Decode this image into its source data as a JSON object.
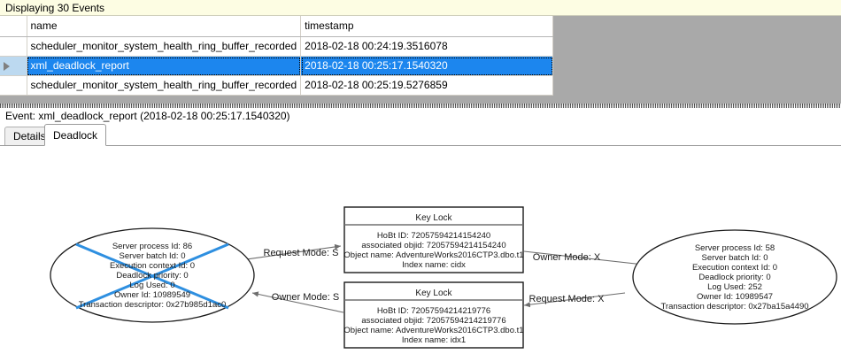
{
  "banner": {
    "text": "Displaying 30 Events"
  },
  "grid": {
    "columns": [
      "",
      "name",
      "timestamp"
    ],
    "rows": [
      {
        "selected": false,
        "marker": "",
        "name": "scheduler_monitor_system_health_ring_buffer_recorded",
        "timestamp": "2018-02-18 00:24:19.3516078"
      },
      {
        "selected": true,
        "marker": "row-selector-arrow",
        "name": "xml_deadlock_report",
        "timestamp": "2018-02-18 00:25:17.1540320"
      },
      {
        "selected": false,
        "marker": "",
        "name": "scheduler_monitor_system_health_ring_buffer_recorded",
        "timestamp": "2018-02-18 00:25:19.5276859"
      }
    ]
  },
  "event_header": {
    "text": "Event: xml_deadlock_report (2018-02-18 00:25:17.1540320)"
  },
  "tabs": [
    {
      "label": "Details",
      "active": false
    },
    {
      "label": "Deadlock",
      "active": true
    }
  ],
  "colors": {
    "selection_blue": "#1c86ee",
    "row_header_blue": "#bcd9f0",
    "banner_yellow": "#fdfde3",
    "grid_empty_gray": "#a9a9a9",
    "victim_cross_blue": "#2e8fe0",
    "edge_gray": "#6e6e6e"
  },
  "deadlock_graph": {
    "processes": [
      {
        "id": "process-left",
        "is_victim": true,
        "lines": [
          "Server process Id: 86",
          "Server batch Id: 0",
          "Execution context Id: 0",
          "Deadlock priority: 0",
          "Log Used: 0",
          "Owner Id: 10989549",
          "Transaction descriptor: 0x27b985d1ac0"
        ]
      },
      {
        "id": "process-right",
        "is_victim": false,
        "lines": [
          "Server process Id: 58",
          "Server batch Id: 0",
          "Execution context Id: 0",
          "Deadlock priority: 0",
          "Log Used: 252",
          "Owner Id: 10989547",
          "Transaction descriptor: 0x27ba15a4490"
        ]
      }
    ],
    "resources": [
      {
        "id": "keylock-top",
        "title": "Key Lock",
        "lines": [
          "HoBt ID: 72057594214154240",
          "associated objid: 72057594214154240",
          "Object name: AdventureWorks2016CTP3.dbo.t1",
          "Index name: cidx"
        ]
      },
      {
        "id": "keylock-bottom",
        "title": "Key Lock",
        "lines": [
          "HoBt ID: 72057594214219776",
          "associated objid: 72057594214219776",
          "Object name: AdventureWorks2016CTP3.dbo.t1",
          "Index name: idx1"
        ]
      }
    ],
    "edges": [
      {
        "id": "edge-left-request",
        "label": "Request Mode: S",
        "from": "process-left",
        "to": "keylock-top"
      },
      {
        "id": "edge-right-owner",
        "label": "Owner Mode: X",
        "from": "keylock-top",
        "to": "process-right"
      },
      {
        "id": "edge-left-owner",
        "label": "Owner Mode: S",
        "from": "keylock-bottom",
        "to": "process-left"
      },
      {
        "id": "edge-right-request",
        "label": "Request Mode: X",
        "from": "process-right",
        "to": "keylock-bottom"
      }
    ]
  }
}
